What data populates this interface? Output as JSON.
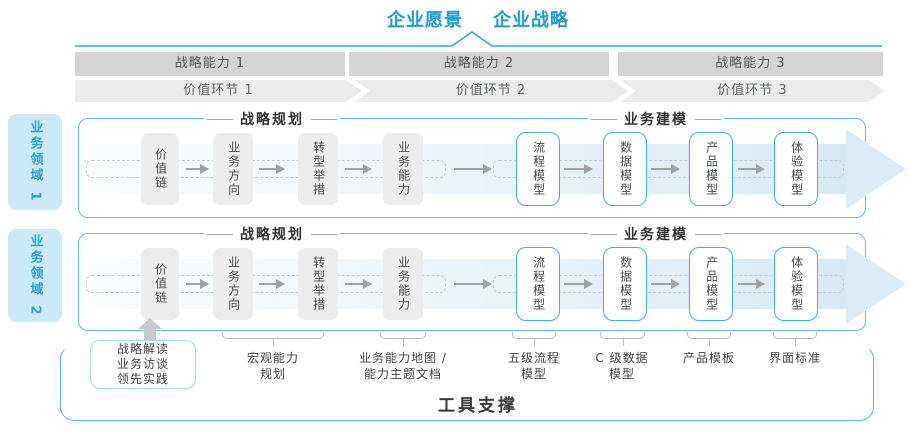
{
  "header": {
    "vision": "企业愿景",
    "strategy": "企业战略"
  },
  "strategy_bars": [
    {
      "label": "战略能力 1"
    },
    {
      "label": "战略能力 2"
    },
    {
      "label": "战略能力 3"
    }
  ],
  "value_links": [
    {
      "label": "价值环节 1"
    },
    {
      "label": "价值环节 2"
    },
    {
      "label": "价值环节 3"
    }
  ],
  "domains": [
    {
      "label": "业务领域 1"
    },
    {
      "label": "业务领域 2"
    }
  ],
  "rows": [
    {
      "sections": [
        "战略规划",
        "业务建模"
      ],
      "gray_boxes": [
        "价值链",
        "业务方向",
        "转型举措",
        "业务能力"
      ],
      "blue_boxes": [
        "流程模型",
        "数据模型",
        "产品模型",
        "体验模型"
      ]
    },
    {
      "sections": [
        "战略规划",
        "业务建模"
      ],
      "gray_boxes": [
        "价值链",
        "业务方向",
        "转型举措",
        "业务能力"
      ],
      "blue_boxes": [
        "流程模型",
        "数据模型",
        "产品模型",
        "体验模型"
      ]
    }
  ],
  "annotations": {
    "practice_box": [
      "战略解读",
      "业务访谈",
      "领先实践"
    ],
    "items": [
      {
        "lines": [
          "宏观能力",
          "规划"
        ]
      },
      {
        "lines": [
          "业务能力地图 /",
          "能力主题文档"
        ]
      },
      {
        "lines": [
          "五级流程",
          "模型"
        ]
      },
      {
        "lines": [
          "C 级数据",
          "模型"
        ]
      },
      {
        "lines": [
          "产品模板"
        ]
      },
      {
        "lines": [
          "界面标准"
        ]
      }
    ]
  },
  "tool_support": "工具支撑",
  "colors": {
    "title_blue": "#1C9DDB",
    "line_blue": "#29ABE2",
    "panel_border": "#5FBEE6",
    "domain_bg": "#CDE9F7",
    "domain_text": "#2E9FDB",
    "capability_bar_bg": "#D4D4D4",
    "value_link_bg": "#ECECEC",
    "gray_box_bg": "#EDEDED",
    "blue_box_border": "#41AFE1",
    "flow_arrow": "#9FA3A6",
    "big_arrow_fill": "#DBEBF7",
    "tool_border": "#54B7E3"
  }
}
